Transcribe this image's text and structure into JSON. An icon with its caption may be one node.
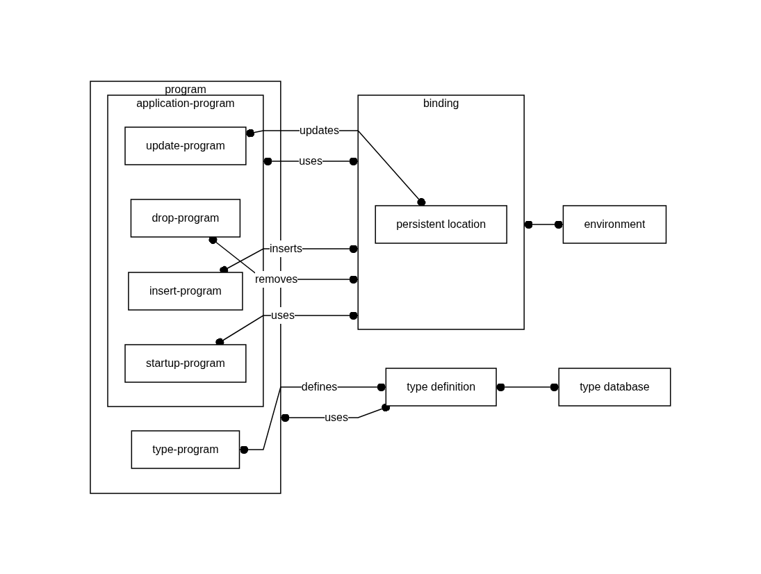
{
  "diagram": {
    "nodes": [
      {
        "text": [
          "program"
        ]
      },
      {
        "text": [
          "application-program"
        ],
        "in": 0
      },
      {
        "text": [
          "insert-program"
        ],
        "in": 1
      },
      {
        "text": [
          "update-program"
        ],
        "in": 1
      },
      {
        "text": [
          "drop-program"
        ],
        "in": 1
      },
      {
        "text": [
          "startup-program"
        ],
        "in": 1
      },
      {
        "text": [
          "type-program"
        ],
        "in": 0
      },
      {
        "text": [
          "binding"
        ]
      },
      {
        "text": [
          "persistent location"
        ],
        "in": 7
      },
      {
        "text": [
          "environment"
        ]
      },
      {
        "text": [
          "type definition"
        ]
      },
      {
        "text": [
          "type database"
        ]
      }
    ],
    "edges": [
      {
        "from": 1,
        "to": 7,
        "arrow": "other",
        "label": "uses"
      },
      {
        "from": 2,
        "to": 7,
        "arrow": "other",
        "label": "inserts"
      },
      {
        "from": 3,
        "to": 8,
        "arrow": "other",
        "label": "updates"
      },
      {
        "from": 4,
        "to": 7,
        "arrow": "other",
        "label": "removes"
      },
      {
        "from": 5,
        "to": 7,
        "arrow": "other",
        "label": "uses"
      },
      {
        "from": 7,
        "to": 9,
        "arrow": "other"
      },
      {
        "from": 0,
        "to": 10,
        "arrow": "other",
        "label": "uses"
      },
      {
        "from": 6,
        "to": 10,
        "arrow": "other",
        "label": "defines"
      },
      {
        "from": 10,
        "to": 11,
        "arrow": "other"
      }
    ]
  }
}
